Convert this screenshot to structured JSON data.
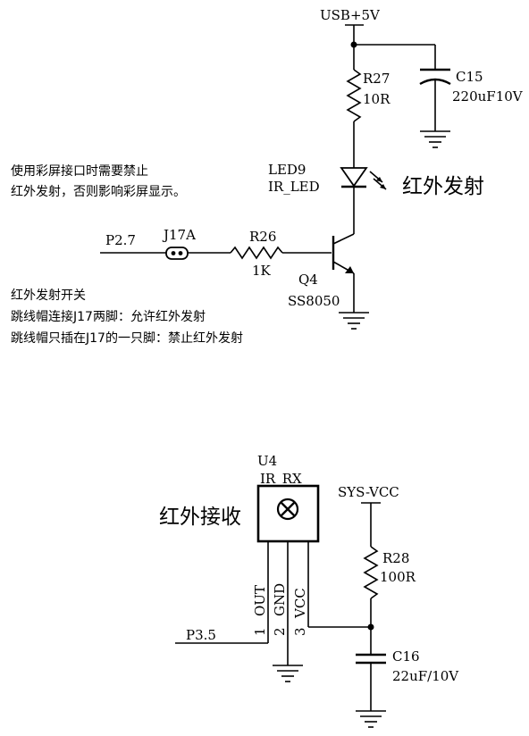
{
  "ir_tx": {
    "power_label": "USB+5V",
    "r27": {
      "ref": "R27",
      "value": "10R"
    },
    "c15": {
      "ref": "C15",
      "value": "220uF10V"
    },
    "led9": {
      "ref": "LED9",
      "value": "IR_LED"
    },
    "emit_label": "红外发射",
    "note_lines": [
      "使用彩屏接口时需要禁止",
      "红外发射，否则影响彩屏显示。"
    ],
    "net_p27": "P2.7",
    "j17": {
      "ref": "J17A"
    },
    "r26": {
      "ref": "R26",
      "value": "1K"
    },
    "q4": {
      "ref": "Q4",
      "value": "SS8050"
    },
    "switch_notes": [
      "红外发射开关",
      "跳线帽连接J17两脚：允许红外发射",
      "跳线帽只插在J17的一只脚：禁止红外发射"
    ]
  },
  "ir_rx": {
    "u4": {
      "ref": "U4",
      "value": "IR_RX"
    },
    "receive_label": "红外接收",
    "pins": [
      {
        "num": "1",
        "name": "OUT"
      },
      {
        "num": "2",
        "name": "GND"
      },
      {
        "num": "3",
        "name": "VCC"
      }
    ],
    "net_p35": "P3.5",
    "power_label": "SYS-VCC",
    "r28": {
      "ref": "R28",
      "value": "100R"
    },
    "c16": {
      "ref": "C16",
      "value": "22uF/10V"
    }
  }
}
